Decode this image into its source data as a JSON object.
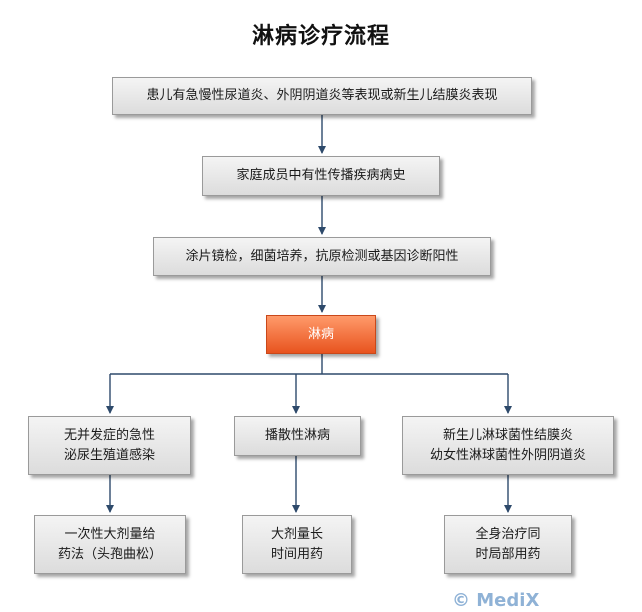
{
  "title": "淋病诊疗流程",
  "nodes": {
    "symptoms": "患儿有急慢性尿道炎、外阴阴道炎等表现或新生儿结膜炎表现",
    "family_history": "家庭成员中有性传播疾病病史",
    "lab_tests": "涂片镜检，细菌培养，抗原检测或基因诊断阳性",
    "diagnosis": "淋病",
    "branch_left": [
      "无并发症的急性",
      "泌尿生殖道感染"
    ],
    "branch_middle": "播散性淋病",
    "branch_right": [
      "新生儿淋球菌性结膜炎",
      "幼女性淋球菌性外阴阴道炎"
    ],
    "treat_left": [
      "一次性大剂量给",
      "药法（头孢曲松）"
    ],
    "treat_middle": [
      "大剂量长",
      "时间用药"
    ],
    "treat_right": [
      "全身治疗同",
      "时局部用药"
    ]
  },
  "watermark": "© MediX",
  "colors": {
    "box_fill": "#e6e6e6",
    "accent_fill": "#f06a35",
    "arrow": "#2e4a6b"
  }
}
